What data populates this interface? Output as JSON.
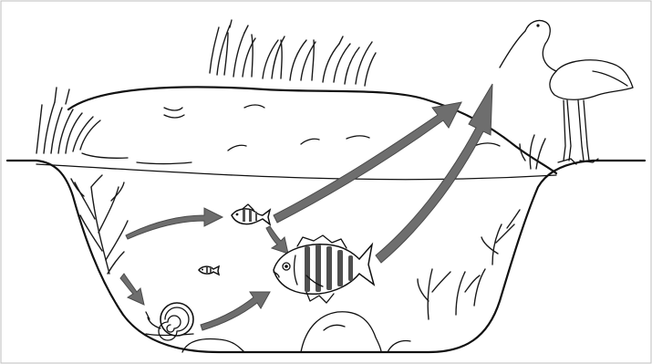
{
  "diagram": {
    "caption": "",
    "organisms": [
      {
        "id": "pond-weed",
        "icon": "pond-weed-icon"
      },
      {
        "id": "snail",
        "icon": "snail-icon"
      },
      {
        "id": "small-fish",
        "icon": "small-fish-icon"
      },
      {
        "id": "large-fish",
        "icon": "large-fish-icon"
      },
      {
        "id": "heron",
        "icon": "heron-icon"
      },
      {
        "id": "marsh-grass",
        "icon": "grass-icon"
      }
    ],
    "arrows": [
      {
        "from": "pond-weed",
        "to": "small-fish"
      },
      {
        "from": "pond-weed",
        "to": "snail"
      },
      {
        "from": "small-fish",
        "to": "large-fish"
      },
      {
        "from": "snail",
        "to": "large-fish"
      },
      {
        "from": "small-fish",
        "to": "heron"
      },
      {
        "from": "large-fish",
        "to": "heron"
      }
    ],
    "colors": {
      "arrow": "#6e6e6e",
      "line": "#111111",
      "background": "#ffffff"
    }
  }
}
